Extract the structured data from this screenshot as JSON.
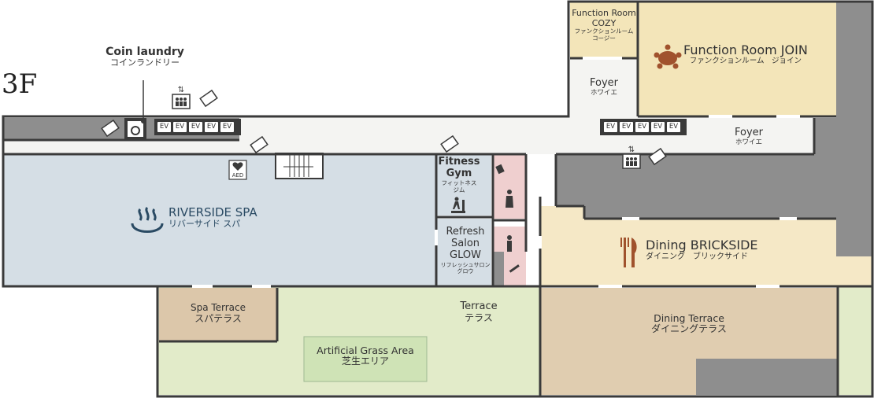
{
  "floor": "3F",
  "coin_laundry": {
    "en": "Coin laundry",
    "jp": "コインランドリー"
  },
  "function_cozy": {
    "en1": "Function Room",
    "en2": "COZY",
    "jp": "ファンクションルーム\nコージー"
  },
  "function_join": {
    "en": "Function Room  JOIN",
    "jp": "ファンクションルーム　ジョイン"
  },
  "foyer_top": {
    "en": "Foyer",
    "jp": "ホワイエ"
  },
  "foyer_right": {
    "en": "Foyer",
    "jp": "ホワイエ"
  },
  "elevators_left": [
    "EV",
    "EV",
    "EV",
    "EV",
    "EV"
  ],
  "elevators_right": [
    "EV",
    "EV",
    "EV",
    "EV",
    "EV"
  ],
  "aed": "AED",
  "spa": {
    "en": "RIVERSIDE SPA",
    "jp": "リバーサイド スパ"
  },
  "gym": {
    "en1": "Fitness",
    "en2": "Gym",
    "jp": "フィットネス\nジム"
  },
  "salon": {
    "en1": "Refresh",
    "en2": "Salon",
    "en3": "GLOW",
    "jp": "リフレッシュサロン\nグロウ"
  },
  "dining": {
    "en": "Dining  BRICKSIDE",
    "jp": "ダイニング　ブリックサイド"
  },
  "terrace": {
    "en": "Terrace",
    "jp": "テラス"
  },
  "spa_terrace": {
    "en": "Spa Terrace",
    "jp": "スパテラス"
  },
  "grass": {
    "en": "Artificial Grass Area",
    "jp": "芝生エリア"
  },
  "dining_terrace": {
    "en": "Dining Terrace",
    "jp": "ダイニングテラス"
  },
  "colors": {
    "wall": "#3a3a3a",
    "core": "#8e8e8e",
    "corridor": "#f4f4f2",
    "spa": "#d5dee5",
    "terrace": "#e2ebc9",
    "grass": "#cfe3b6",
    "function": "#f3e5b9",
    "dining": "#f5e8c6",
    "dining_terrace": "#e0cdb0",
    "spa_terrace": "#dcc7aa",
    "restroom": "#efcfcf",
    "accent": "#a0522d"
  }
}
